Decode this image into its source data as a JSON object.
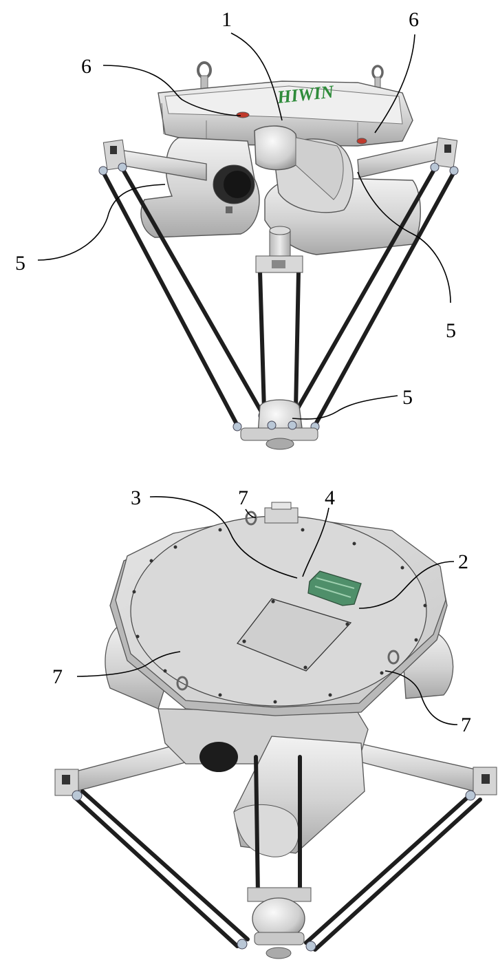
{
  "figure_top": {
    "brand_text": "HIWIN",
    "callouts": [
      {
        "id": "top-callout-1",
        "label": "1"
      },
      {
        "id": "top-callout-6-left",
        "label": "6"
      },
      {
        "id": "top-callout-6-right",
        "label": "6"
      },
      {
        "id": "top-callout-5-left",
        "label": "5"
      },
      {
        "id": "top-callout-5-right",
        "label": "5"
      },
      {
        "id": "top-callout-5-bottom",
        "label": "5"
      }
    ]
  },
  "figure_bottom": {
    "callouts": [
      {
        "id": "bottom-callout-3",
        "label": "3"
      },
      {
        "id": "bottom-callout-7-top",
        "label": "7"
      },
      {
        "id": "bottom-callout-4",
        "label": "4"
      },
      {
        "id": "bottom-callout-2",
        "label": "2"
      },
      {
        "id": "bottom-callout-7-left",
        "label": "7"
      },
      {
        "id": "bottom-callout-7-right",
        "label": "7"
      }
    ]
  },
  "colors": {
    "metal_light": "#e6e6e6",
    "metal_mid": "#c8c8c8",
    "metal_dark": "#8c8c8c",
    "rod": "#1e1e1e",
    "brand_green": "#2e8b3a",
    "indicator_red": "#c0392b",
    "board_green": "#4f8f6a"
  }
}
